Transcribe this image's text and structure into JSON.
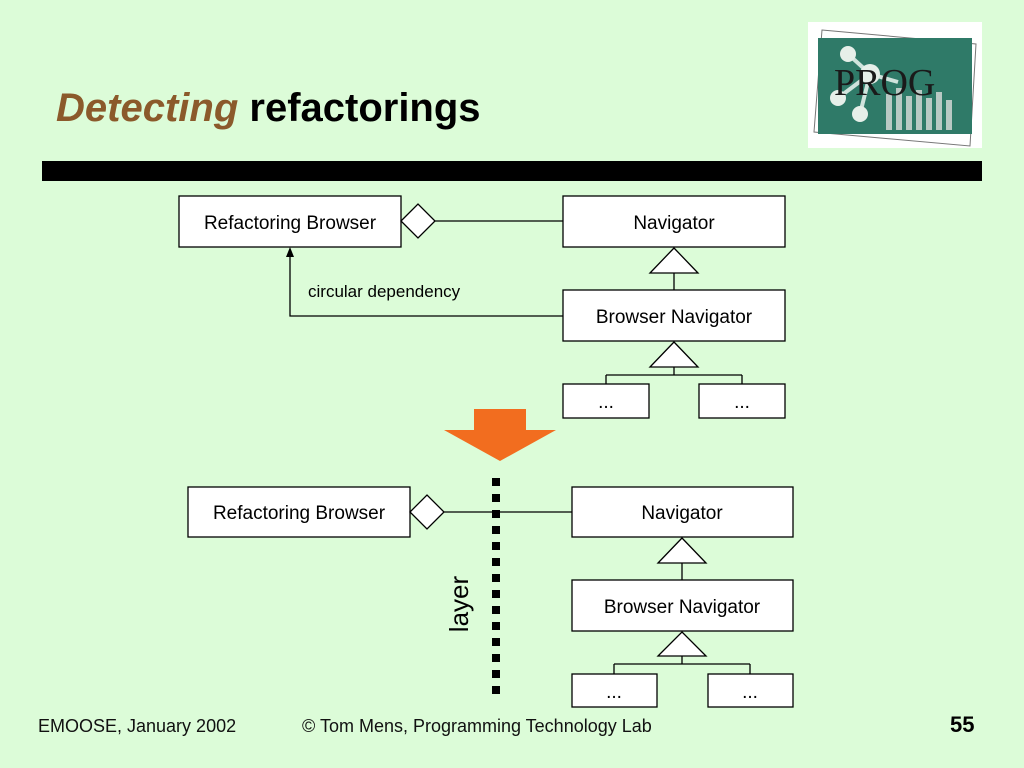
{
  "title": {
    "emphasis": "Detecting",
    "rest": "refactorings"
  },
  "logo": {
    "text": "PROG"
  },
  "diagram_top": {
    "left_box": "Refactoring Browser",
    "right_top": "Navigator",
    "right_middle": "Browser Navigator",
    "subclass_a": "...",
    "subclass_b": "...",
    "annotation": "circular dependency"
  },
  "diagram_bottom": {
    "left_box": "Refactoring Browser",
    "right_top": "Navigator",
    "right_middle": "Browser Navigator",
    "subclass_a": "...",
    "subclass_b": "...",
    "layer_label": "layer"
  },
  "footer": {
    "left": "EMOOSE, January 2002",
    "middle": "© Tom Mens, Programming Technology Lab",
    "page": "55"
  },
  "colors": {
    "background": "#dcfcd8",
    "title_emphasis": "#8b5a2b",
    "arrow": "#f26d1f",
    "logo_bg": "#2f7a68"
  }
}
